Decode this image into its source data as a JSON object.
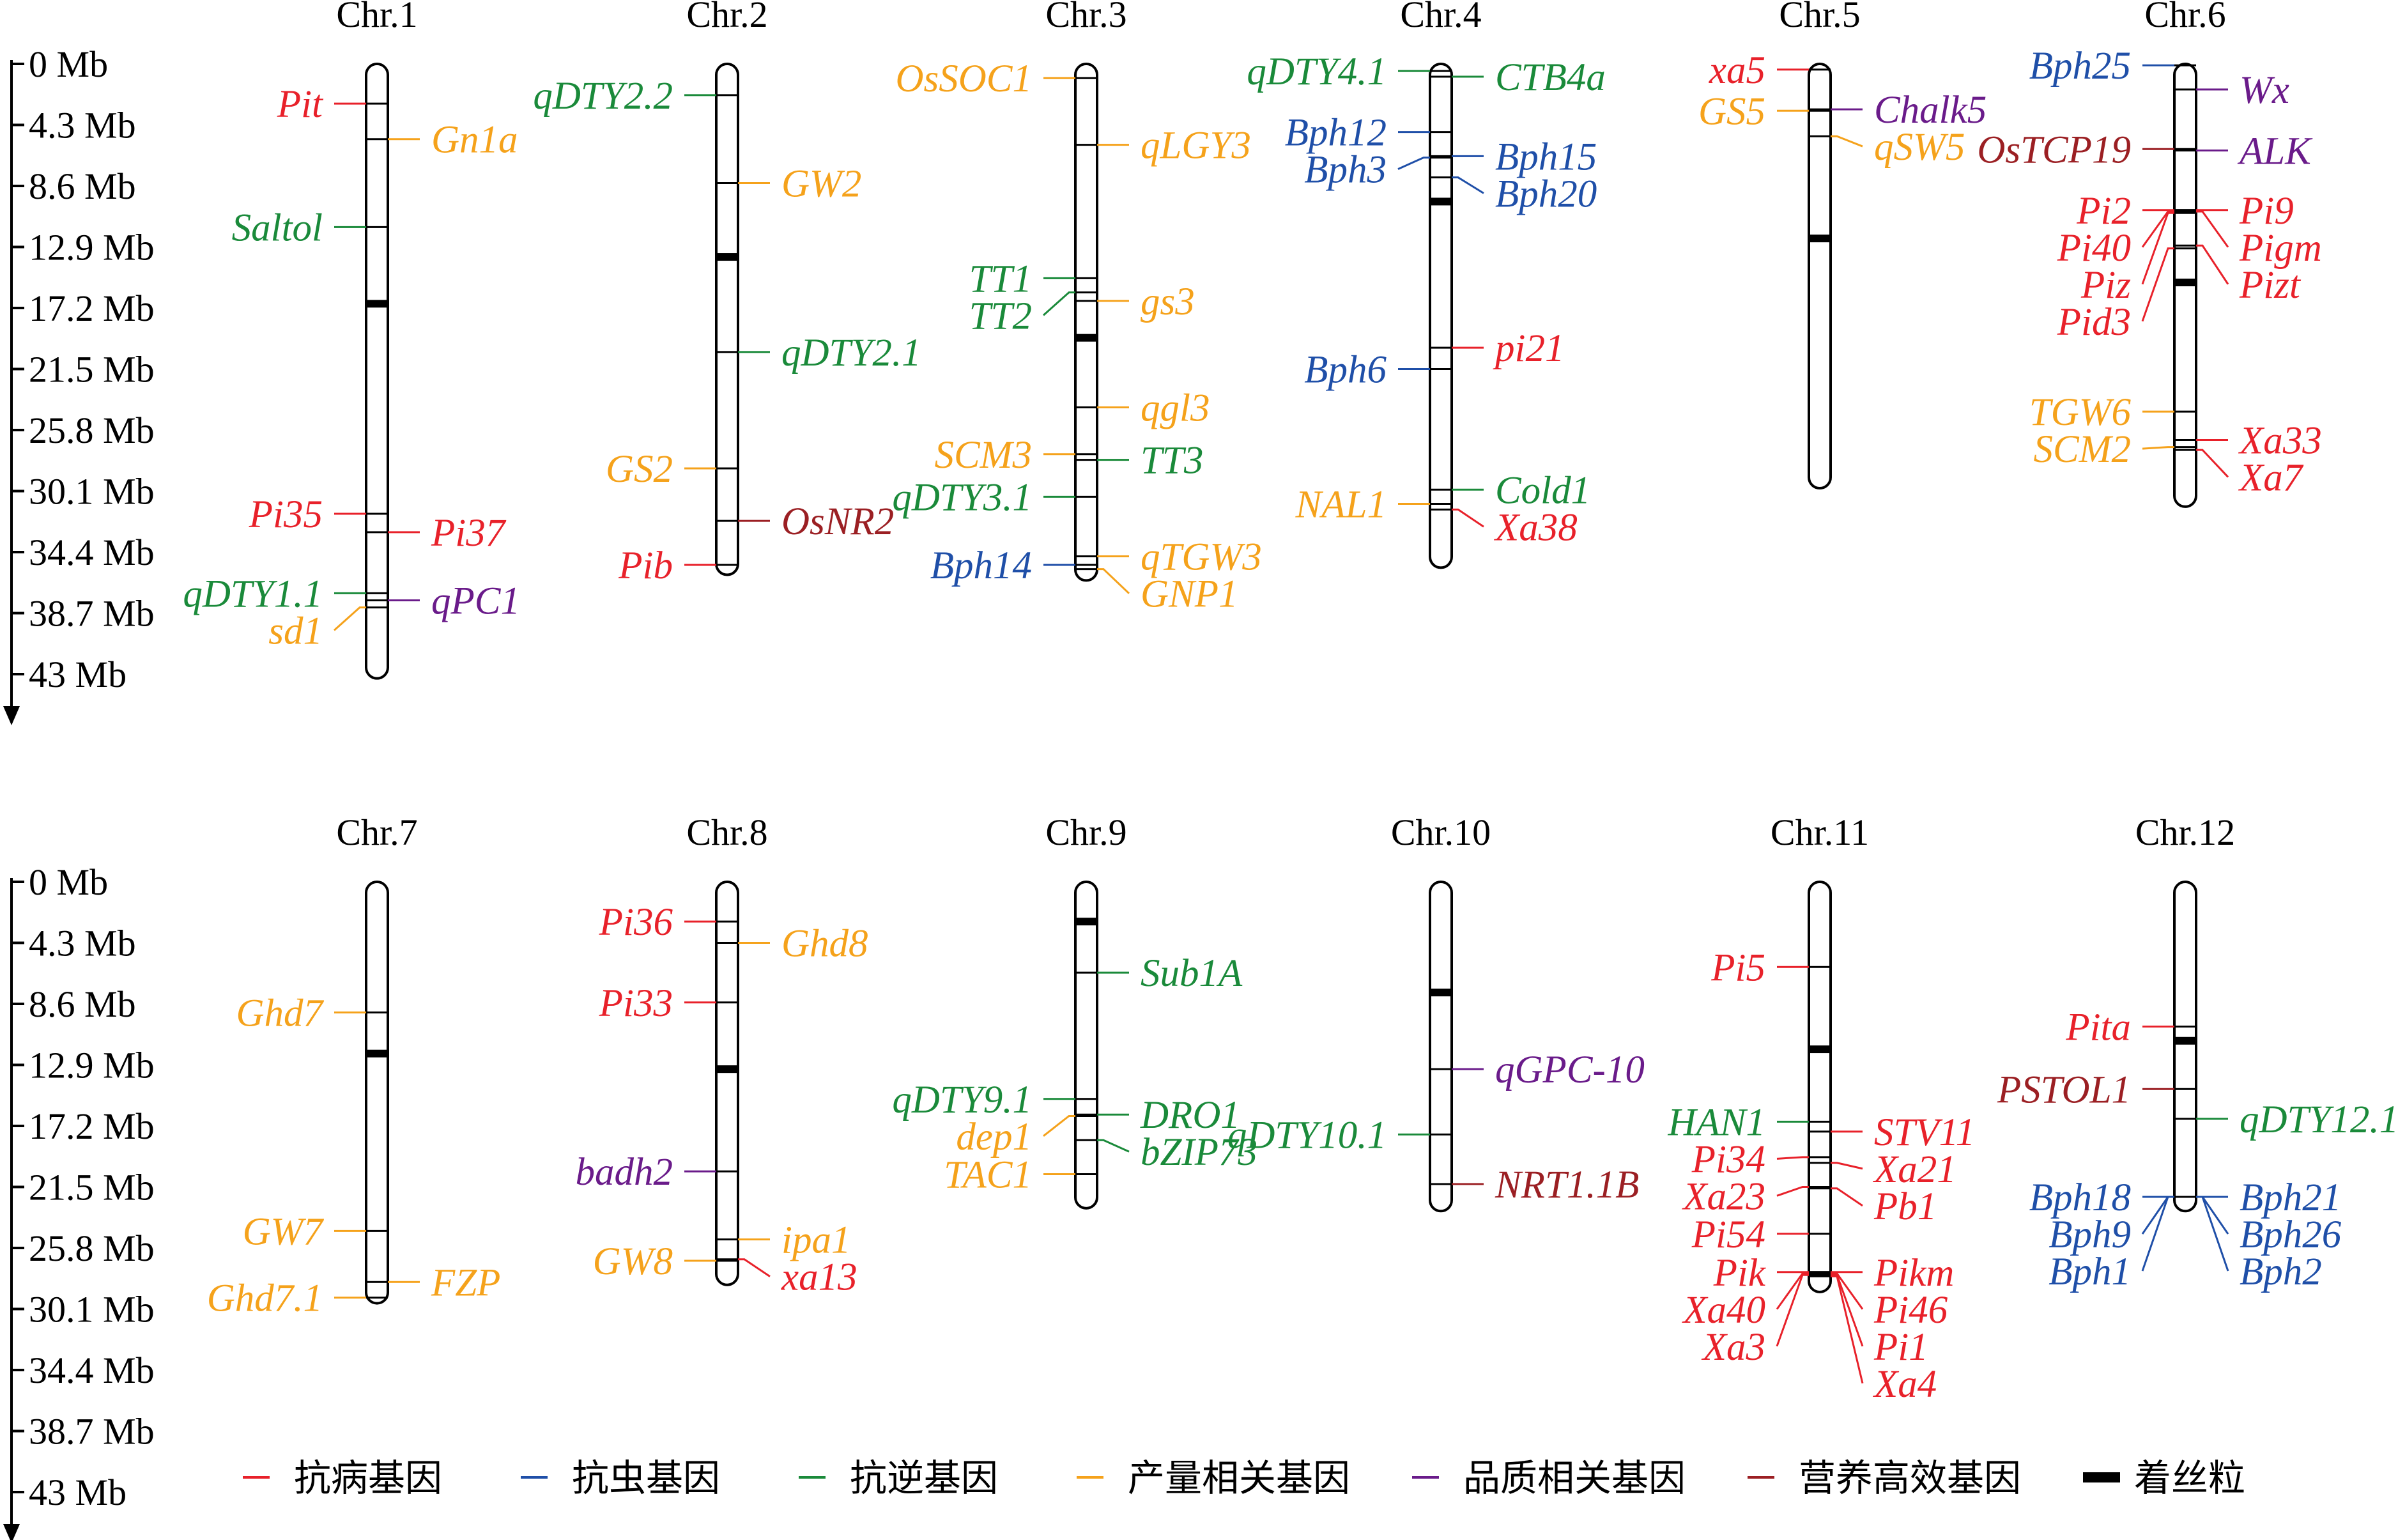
{
  "colors": {
    "disease": "#e8212a",
    "insect": "#1f4fa8",
    "stress": "#1a8a3a",
    "yield": "#f5a21b",
    "quality": "#6a1b8a",
    "nutrient": "#9b1f23",
    "centromere": "#000000"
  },
  "axis": {
    "ticks": [
      "0 Mb",
      "4.3 Mb",
      "8.6 Mb",
      "12.9 Mb",
      "17.2 Mb",
      "21.5 Mb",
      "25.8 Mb",
      "30.1 Mb",
      "34.4 Mb",
      "38.7 Mb",
      "43 Mb"
    ]
  },
  "legend": [
    {
      "key": "disease",
      "label": "抗病基因"
    },
    {
      "key": "insect",
      "label": "抗虫基因"
    },
    {
      "key": "stress",
      "label": "抗逆基因"
    },
    {
      "key": "yield",
      "label": "产量相关基因"
    },
    {
      "key": "quality",
      "label": "品质相关基因"
    },
    {
      "key": "nutrient",
      "label": "营养高效基因"
    },
    {
      "key": "centromere",
      "label": "着丝粒"
    }
  ],
  "chart_data": {
    "type": "chromosome-map",
    "unit": "Mb",
    "chromosomes": [
      {
        "name": "Chr.1",
        "length_mb": 43.3,
        "centromere_mb": 16.9,
        "genes": [
          {
            "name": "Pit",
            "pos": 2.8,
            "side": "left",
            "cat": "disease"
          },
          {
            "name": "Gn1a",
            "pos": 5.3,
            "side": "right",
            "cat": "yield"
          },
          {
            "name": "Saltol",
            "pos": 11.5,
            "side": "left",
            "cat": "stress"
          },
          {
            "name": "Pi35",
            "pos": 31.7,
            "side": "left",
            "cat": "disease"
          },
          {
            "name": "Pi37",
            "pos": 33.0,
            "side": "right",
            "cat": "disease"
          },
          {
            "name": "qDTY1.1",
            "pos": 37.3,
            "side": "left",
            "cat": "stress"
          },
          {
            "name": "qPC1",
            "pos": 37.8,
            "side": "right",
            "cat": "quality"
          },
          {
            "name": "sd1",
            "pos": 38.3,
            "side": "left",
            "cat": "yield"
          }
        ]
      },
      {
        "name": "Chr.2",
        "length_mb": 36.0,
        "centromere_mb": 13.6,
        "genes": [
          {
            "name": "qDTY2.2",
            "pos": 2.2,
            "side": "left",
            "cat": "stress"
          },
          {
            "name": "GW2",
            "pos": 8.4,
            "side": "right",
            "cat": "yield"
          },
          {
            "name": "qDTY2.1",
            "pos": 20.3,
            "side": "right",
            "cat": "stress"
          },
          {
            "name": "GS2",
            "pos": 28.5,
            "side": "left",
            "cat": "yield"
          },
          {
            "name": "OsNR2",
            "pos": 32.2,
            "side": "right",
            "cat": "nutrient"
          },
          {
            "name": "Pib",
            "pos": 35.3,
            "side": "left",
            "cat": "disease"
          }
        ]
      },
      {
        "name": "Chr.3",
        "length_mb": 36.4,
        "centromere_mb": 19.3,
        "genes": [
          {
            "name": "OsSOC1",
            "pos": 1.0,
            "side": "left",
            "cat": "yield"
          },
          {
            "name": "qLGY3",
            "pos": 5.7,
            "side": "right",
            "cat": "yield"
          },
          {
            "name": "TT1",
            "pos": 15.1,
            "side": "left",
            "cat": "stress"
          },
          {
            "name": "gs3",
            "pos": 16.7,
            "side": "right",
            "cat": "yield"
          },
          {
            "name": "TT2",
            "pos": 16.1,
            "side": "left",
            "cat": "stress"
          },
          {
            "name": "qgl3",
            "pos": 24.2,
            "side": "right",
            "cat": "yield"
          },
          {
            "name": "SCM3",
            "pos": 27.5,
            "side": "left",
            "cat": "yield"
          },
          {
            "name": "TT3",
            "pos": 27.9,
            "side": "right",
            "cat": "stress"
          },
          {
            "name": "qDTY3.1",
            "pos": 30.5,
            "side": "left",
            "cat": "stress"
          },
          {
            "name": "qTGW3",
            "pos": 34.7,
            "side": "right",
            "cat": "yield"
          },
          {
            "name": "Bph14",
            "pos": 35.3,
            "side": "left",
            "cat": "insect"
          },
          {
            "name": "GNP1",
            "pos": 35.6,
            "side": "right",
            "cat": "yield"
          }
        ]
      },
      {
        "name": "Chr.4",
        "length_mb": 35.5,
        "centromere_mb": 9.7,
        "genes": [
          {
            "name": "qDTY4.1",
            "pos": 0.5,
            "side": "left",
            "cat": "stress"
          },
          {
            "name": "CTB4a",
            "pos": 0.9,
            "side": "right",
            "cat": "stress"
          },
          {
            "name": "Bph12",
            "pos": 4.8,
            "side": "left",
            "cat": "insect"
          },
          {
            "name": "Bph15",
            "pos": 6.5,
            "side": "right",
            "cat": "insect"
          },
          {
            "name": "Bph3",
            "pos": 6.6,
            "side": "left",
            "cat": "insect"
          },
          {
            "name": "Bph20",
            "pos": 8.0,
            "side": "right",
            "cat": "insect"
          },
          {
            "name": "pi21",
            "pos": 20.0,
            "side": "right",
            "cat": "disease"
          },
          {
            "name": "Bph6",
            "pos": 21.5,
            "side": "left",
            "cat": "insect"
          },
          {
            "name": "Cold1",
            "pos": 30.0,
            "side": "right",
            "cat": "stress"
          },
          {
            "name": "NAL1",
            "pos": 31.0,
            "side": "left",
            "cat": "yield"
          },
          {
            "name": "Xa38",
            "pos": 31.4,
            "side": "right",
            "cat": "disease"
          }
        ]
      },
      {
        "name": "Chr.5",
        "length_mb": 29.9,
        "centromere_mb": 12.3,
        "genes": [
          {
            "name": "xa5",
            "pos": 0.4,
            "side": "left",
            "cat": "disease"
          },
          {
            "name": "Chalk5",
            "pos": 3.2,
            "side": "right",
            "cat": "quality"
          },
          {
            "name": "GS5",
            "pos": 3.3,
            "side": "left",
            "cat": "yield"
          },
          {
            "name": "qSW5",
            "pos": 5.1,
            "side": "right",
            "cat": "yield"
          }
        ]
      },
      {
        "name": "Chr.6",
        "length_mb": 31.2,
        "centromere_mb": 15.4,
        "genes": [
          {
            "name": "Bph25",
            "pos": 0.1,
            "side": "left",
            "cat": "insect"
          },
          {
            "name": "Wx",
            "pos": 1.8,
            "side": "right",
            "cat": "quality"
          },
          {
            "name": "OsTCP19",
            "pos": 6.0,
            "side": "left",
            "cat": "nutrient"
          },
          {
            "name": "ALK",
            "pos": 6.1,
            "side": "right",
            "cat": "quality"
          },
          {
            "name": "Pi2",
            "pos": 10.3,
            "side": "left",
            "cat": "disease"
          },
          {
            "name": "Pi9",
            "pos": 10.3,
            "side": "right",
            "cat": "disease"
          },
          {
            "name": "Pi40",
            "pos": 10.4,
            "side": "left",
            "cat": "disease"
          },
          {
            "name": "Pigm",
            "pos": 10.4,
            "side": "right",
            "cat": "disease"
          },
          {
            "name": "Piz",
            "pos": 10.5,
            "side": "left",
            "cat": "disease"
          },
          {
            "name": "Pizt",
            "pos": 12.8,
            "side": "right",
            "cat": "disease"
          },
          {
            "name": "Pid3",
            "pos": 13.0,
            "side": "left",
            "cat": "disease"
          },
          {
            "name": "TGW6",
            "pos": 24.5,
            "side": "left",
            "cat": "yield"
          },
          {
            "name": "Xa33",
            "pos": 26.5,
            "side": "right",
            "cat": "disease"
          },
          {
            "name": "SCM2",
            "pos": 27.0,
            "side": "left",
            "cat": "yield"
          },
          {
            "name": "Xa7",
            "pos": 27.2,
            "side": "right",
            "cat": "disease"
          }
        ]
      },
      {
        "name": "Chr.7",
        "length_mb": 29.7,
        "centromere_mb": 12.1,
        "genes": [
          {
            "name": "Ghd7",
            "pos": 9.2,
            "side": "left",
            "cat": "yield"
          },
          {
            "name": "GW7",
            "pos": 24.6,
            "side": "left",
            "cat": "yield"
          },
          {
            "name": "FZP",
            "pos": 28.2,
            "side": "right",
            "cat": "yield"
          },
          {
            "name": "Ghd7.1",
            "pos": 29.3,
            "side": "left",
            "cat": "yield"
          }
        ]
      },
      {
        "name": "Chr.8",
        "length_mb": 28.4,
        "centromere_mb": 13.2,
        "genes": [
          {
            "name": "Pi36",
            "pos": 2.8,
            "side": "left",
            "cat": "disease"
          },
          {
            "name": "Ghd8",
            "pos": 4.3,
            "side": "right",
            "cat": "yield"
          },
          {
            "name": "Pi33",
            "pos": 8.5,
            "side": "left",
            "cat": "disease"
          },
          {
            "name": "badh2",
            "pos": 20.4,
            "side": "left",
            "cat": "quality"
          },
          {
            "name": "ipa1",
            "pos": 25.2,
            "side": "right",
            "cat": "yield"
          },
          {
            "name": "GW8",
            "pos": 26.7,
            "side": "left",
            "cat": "yield"
          },
          {
            "name": "xa13",
            "pos": 26.6,
            "side": "right",
            "cat": "disease"
          }
        ]
      },
      {
        "name": "Chr.9",
        "length_mb": 23.0,
        "centromere_mb": 2.8,
        "genes": [
          {
            "name": "Sub1A",
            "pos": 6.4,
            "side": "right",
            "cat": "stress"
          },
          {
            "name": "qDTY9.1",
            "pos": 15.3,
            "side": "left",
            "cat": "stress"
          },
          {
            "name": "DRO1",
            "pos": 16.4,
            "side": "right",
            "cat": "stress"
          },
          {
            "name": "dep1",
            "pos": 16.5,
            "side": "left",
            "cat": "yield"
          },
          {
            "name": "bZIP73",
            "pos": 18.2,
            "side": "right",
            "cat": "stress"
          },
          {
            "name": "TAC1",
            "pos": 20.6,
            "side": "left",
            "cat": "yield"
          }
        ]
      },
      {
        "name": "Chr.10",
        "length_mb": 23.2,
        "centromere_mb": 7.8,
        "genes": [
          {
            "name": "qGPC-10",
            "pos": 13.2,
            "side": "right",
            "cat": "quality"
          },
          {
            "name": "qDTY10.1",
            "pos": 17.8,
            "side": "left",
            "cat": "stress"
          },
          {
            "name": "NRT1.1B",
            "pos": 21.3,
            "side": "right",
            "cat": "nutrient"
          }
        ]
      },
      {
        "name": "Chr.11",
        "length_mb": 28.9,
        "centromere_mb": 11.8,
        "genes": [
          {
            "name": "Pi5",
            "pos": 6.0,
            "side": "left",
            "cat": "disease"
          },
          {
            "name": "HAN1",
            "pos": 16.9,
            "side": "left",
            "cat": "stress"
          },
          {
            "name": "STV11",
            "pos": 17.6,
            "side": "right",
            "cat": "disease"
          },
          {
            "name": "Pi34",
            "pos": 19.4,
            "side": "left",
            "cat": "disease"
          },
          {
            "name": "Xa21",
            "pos": 19.8,
            "side": "right",
            "cat": "disease"
          },
          {
            "name": "Xa23",
            "pos": 21.5,
            "side": "left",
            "cat": "disease"
          },
          {
            "name": "Pb1",
            "pos": 21.6,
            "side": "right",
            "cat": "disease"
          },
          {
            "name": "Pi54",
            "pos": 24.8,
            "side": "left",
            "cat": "disease"
          },
          {
            "name": "Pik",
            "pos": 27.5,
            "side": "left",
            "cat": "disease"
          },
          {
            "name": "Pikm",
            "pos": 27.5,
            "side": "right",
            "cat": "disease"
          },
          {
            "name": "Xa40",
            "pos": 27.6,
            "side": "left",
            "cat": "disease"
          },
          {
            "name": "Pi46",
            "pos": 27.6,
            "side": "right",
            "cat": "disease"
          },
          {
            "name": "Xa3",
            "pos": 27.7,
            "side": "left",
            "cat": "disease"
          },
          {
            "name": "Pi1",
            "pos": 27.7,
            "side": "right",
            "cat": "disease"
          },
          {
            "name": "Xa4",
            "pos": 27.8,
            "side": "right",
            "cat": "disease"
          }
        ]
      },
      {
        "name": "Chr.12",
        "length_mb": 23.2,
        "centromere_mb": 11.2,
        "genes": [
          {
            "name": "Pita",
            "pos": 10.2,
            "side": "left",
            "cat": "disease"
          },
          {
            "name": "PSTOL1",
            "pos": 14.6,
            "side": "left",
            "cat": "nutrient"
          },
          {
            "name": "qDTY12.1",
            "pos": 16.7,
            "side": "right",
            "cat": "stress"
          },
          {
            "name": "Bph18",
            "pos": 22.2,
            "side": "left",
            "cat": "insect"
          },
          {
            "name": "Bph21",
            "pos": 22.2,
            "side": "right",
            "cat": "insect"
          },
          {
            "name": "Bph9",
            "pos": 22.2,
            "side": "left",
            "cat": "insect"
          },
          {
            "name": "Bph26",
            "pos": 22.2,
            "side": "right",
            "cat": "insect"
          },
          {
            "name": "Bph1",
            "pos": 22.2,
            "side": "left",
            "cat": "insect"
          },
          {
            "name": "Bph2",
            "pos": 22.2,
            "side": "right",
            "cat": "insect"
          }
        ]
      }
    ]
  }
}
